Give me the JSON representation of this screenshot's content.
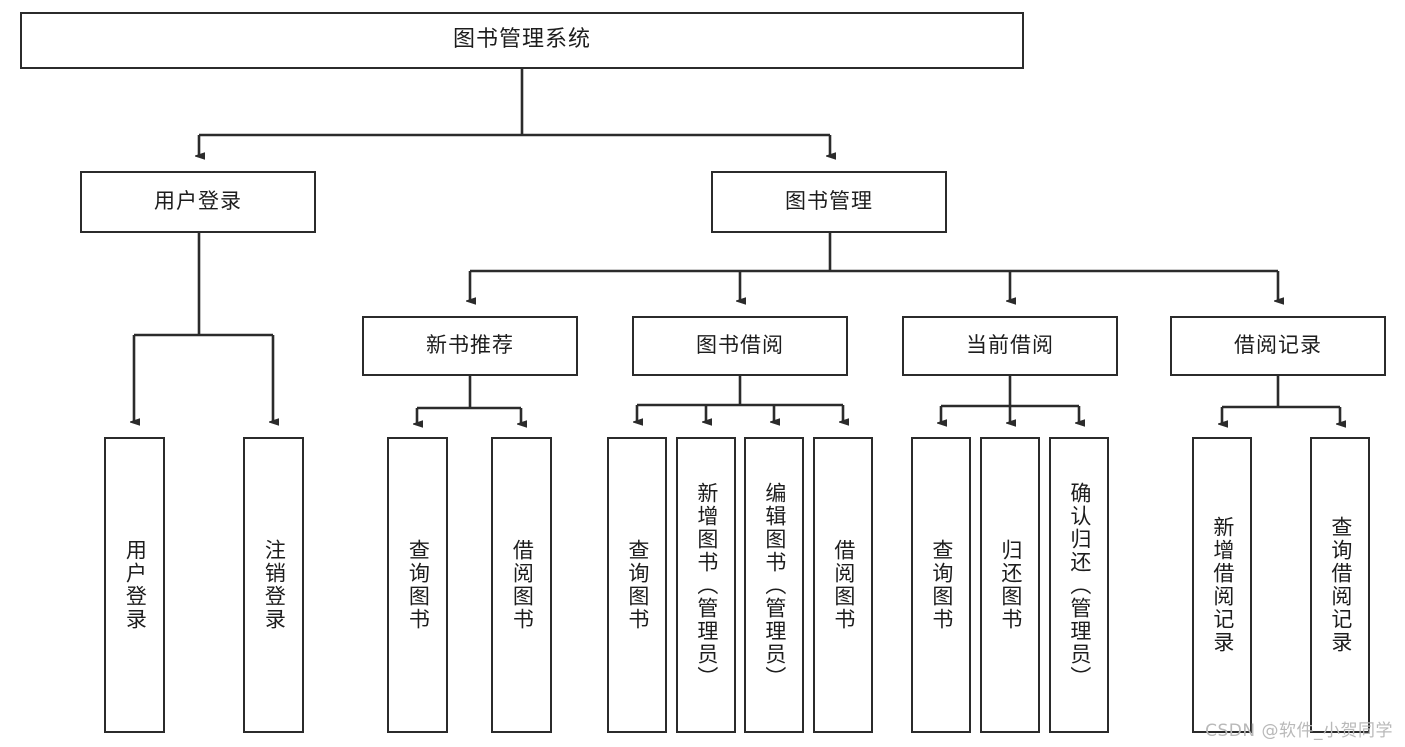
{
  "diagram": {
    "title": "图书管理系统",
    "root": {
      "label": "图书管理系统"
    },
    "level2": [
      {
        "label": "用户登录"
      },
      {
        "label": "图书管理"
      }
    ],
    "level3": [
      {
        "label": "新书推荐"
      },
      {
        "label": "图书借阅"
      },
      {
        "label": "当前借阅"
      },
      {
        "label": "借阅记录"
      }
    ],
    "leaves": {
      "user_login": [
        {
          "label": "用户登录"
        },
        {
          "label": "注销登录"
        }
      ],
      "new_book_recommend": [
        {
          "label": "查询图书"
        },
        {
          "label": "借阅图书"
        }
      ],
      "book_borrow": [
        {
          "label": "查询图书"
        },
        {
          "label": "新增图书（管理员）"
        },
        {
          "label": "编辑图书（管理员）"
        },
        {
          "label": "借阅图书"
        }
      ],
      "current_borrow": [
        {
          "label": "查询图书"
        },
        {
          "label": "归还图书"
        },
        {
          "label": "确认归还（管理员）"
        }
      ],
      "borrow_record": [
        {
          "label": "新增借阅记录"
        },
        {
          "label": "查询借阅记录"
        }
      ]
    }
  },
  "watermark": {
    "text": "CSDN @软件_小贺同学"
  },
  "colors": {
    "border": "#2b2b2b",
    "background": "#ffffff",
    "text": "#1d1d1d",
    "watermark": "#b9b9b9"
  }
}
